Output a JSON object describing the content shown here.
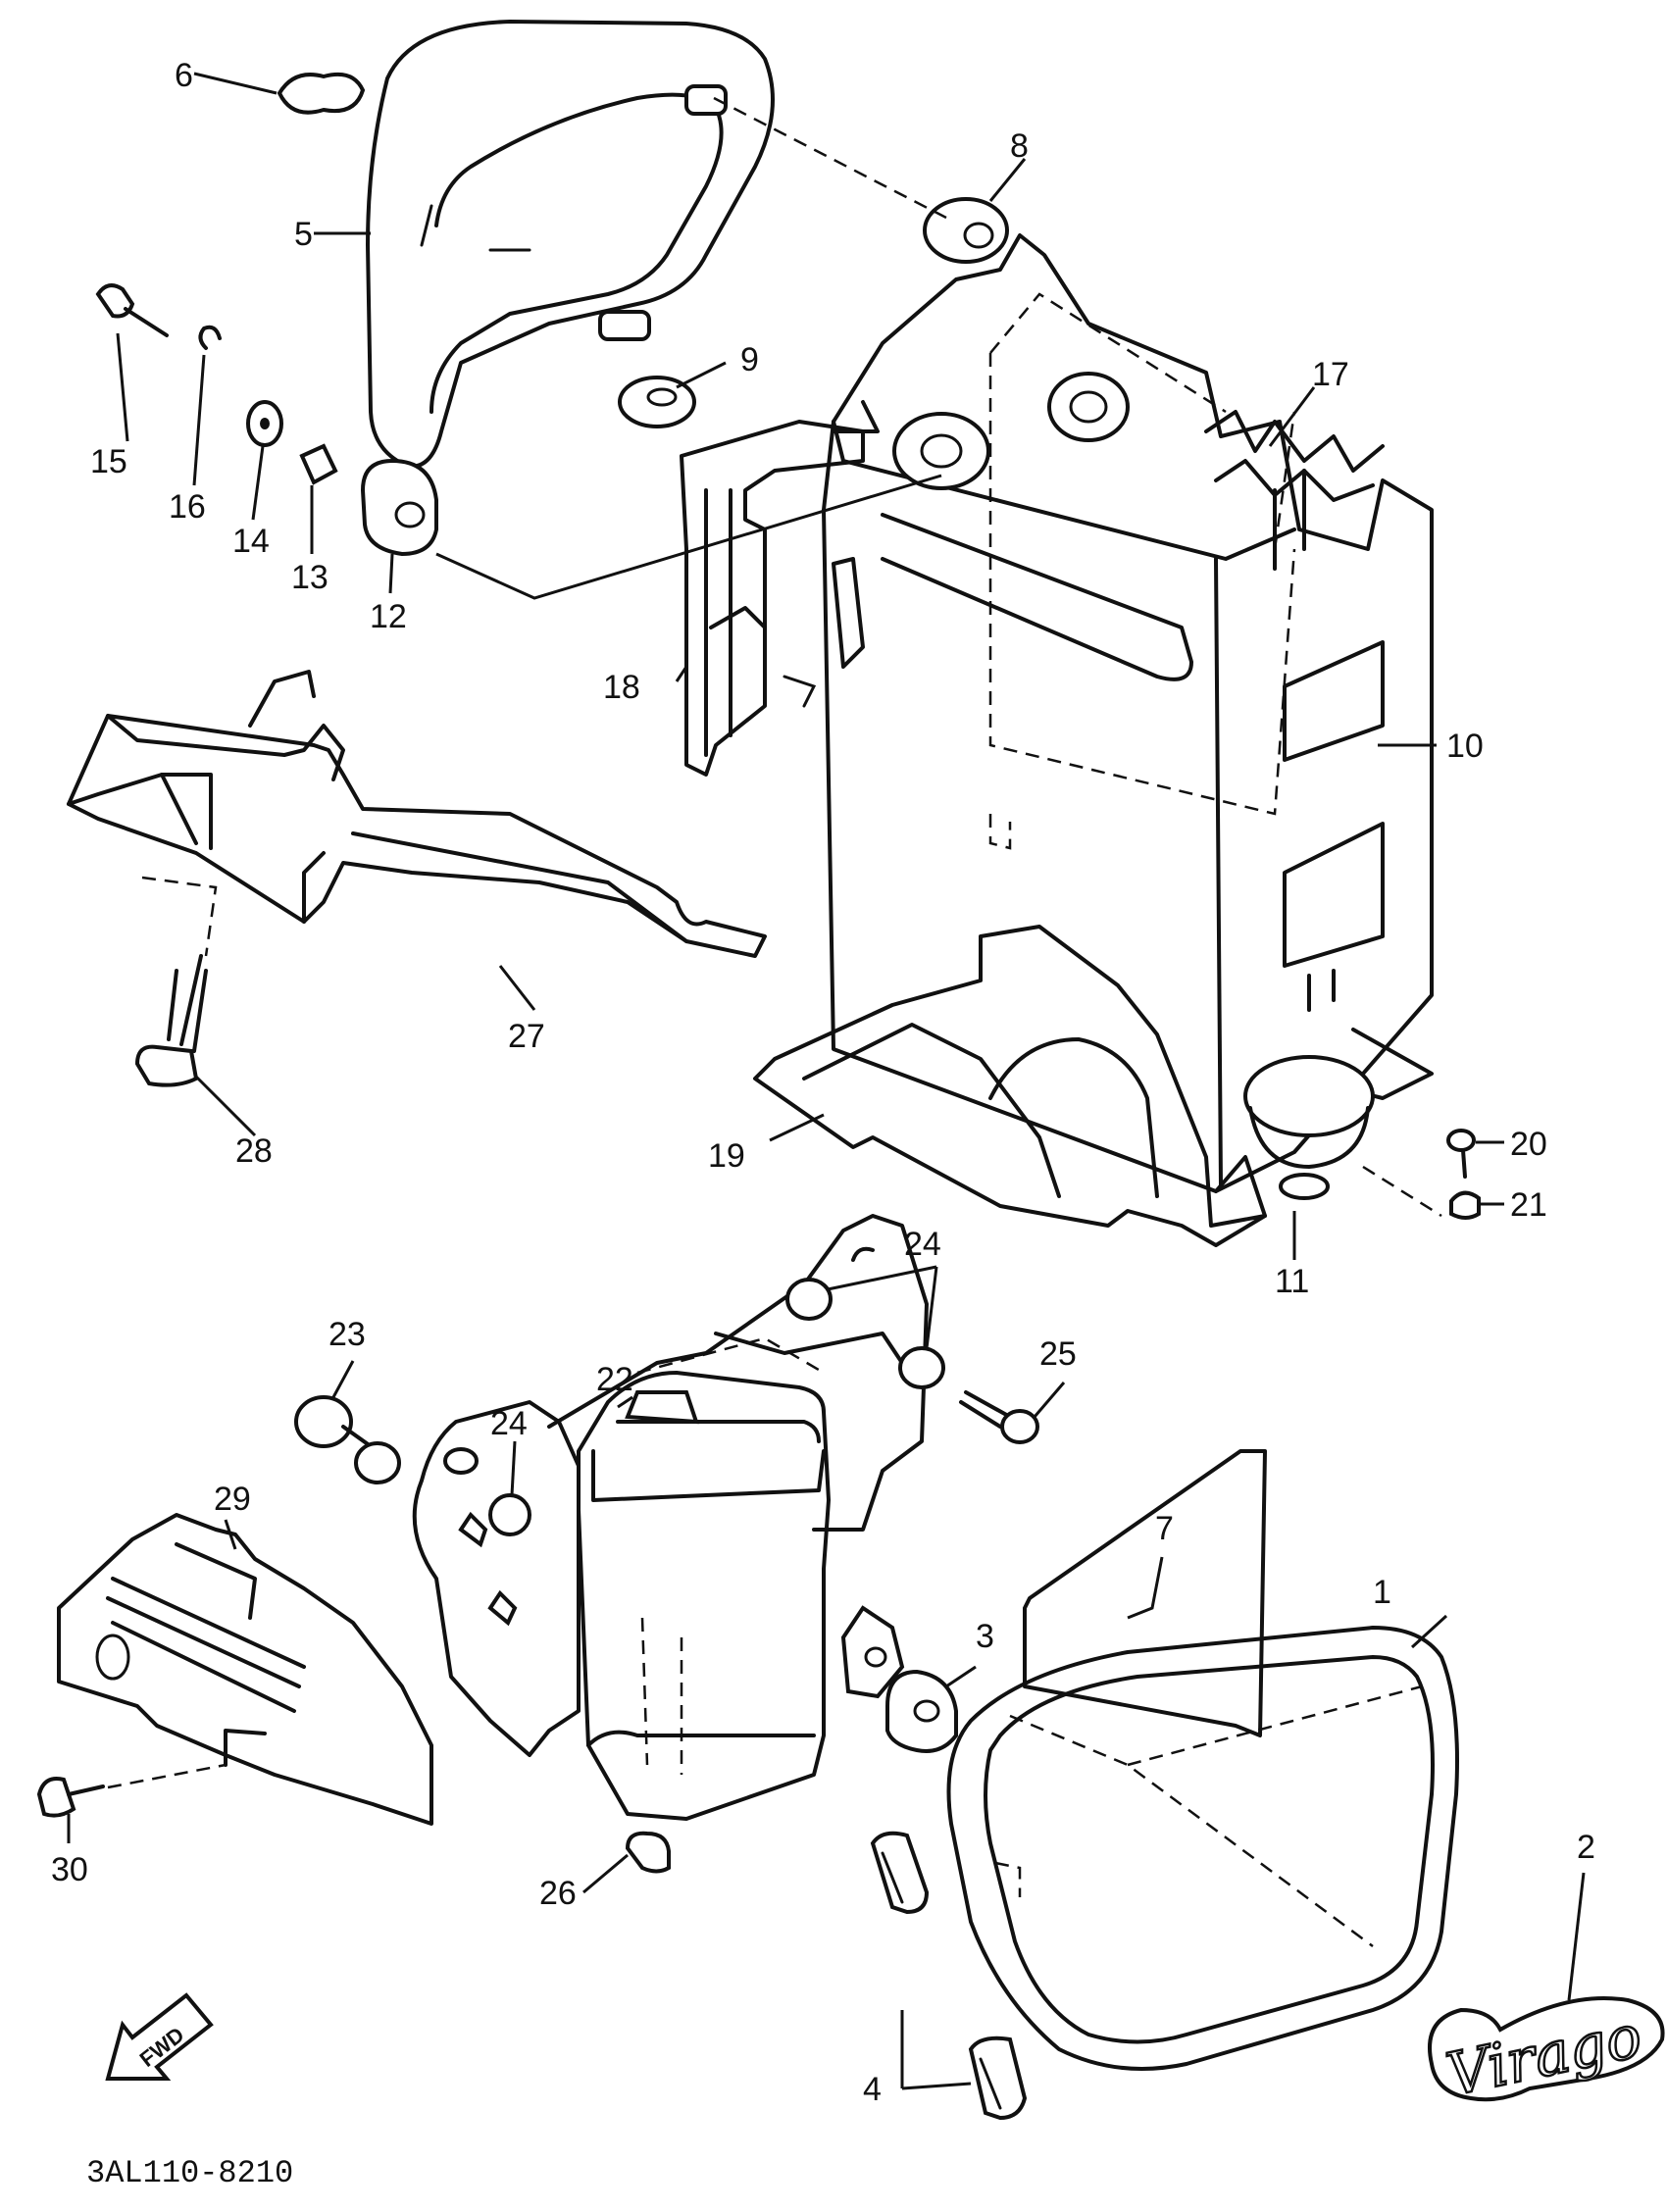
{
  "diagram_code": "3AL110-8210",
  "fwd_label": "FWD",
  "logo_text": "Virago",
  "callouts": [
    {
      "num": "1",
      "label": "1"
    },
    {
      "num": "2",
      "label": "2"
    },
    {
      "num": "3",
      "label": "3"
    },
    {
      "num": "4",
      "label": "4"
    },
    {
      "num": "5",
      "label": "5"
    },
    {
      "num": "6",
      "label": "6"
    },
    {
      "num": "7",
      "label": "7"
    },
    {
      "num": "8",
      "label": "8"
    },
    {
      "num": "9",
      "label": "9"
    },
    {
      "num": "10",
      "label": "10"
    },
    {
      "num": "11",
      "label": "11"
    },
    {
      "num": "12",
      "label": "12"
    },
    {
      "num": "13",
      "label": "13"
    },
    {
      "num": "14",
      "label": "14"
    },
    {
      "num": "15",
      "label": "15"
    },
    {
      "num": "16",
      "label": "16"
    },
    {
      "num": "17",
      "label": "17"
    },
    {
      "num": "18",
      "label": "18"
    },
    {
      "num": "19",
      "label": "19"
    },
    {
      "num": "20",
      "label": "20"
    },
    {
      "num": "21",
      "label": "21"
    },
    {
      "num": "22",
      "label": "22"
    },
    {
      "num": "23",
      "label": "23"
    },
    {
      "num": "24a",
      "label": "24"
    },
    {
      "num": "24b",
      "label": "24"
    },
    {
      "num": "25",
      "label": "25"
    },
    {
      "num": "26",
      "label": "26"
    },
    {
      "num": "27",
      "label": "27"
    },
    {
      "num": "28",
      "label": "28"
    },
    {
      "num": "29",
      "label": "29"
    },
    {
      "num": "30",
      "label": "30"
    }
  ]
}
